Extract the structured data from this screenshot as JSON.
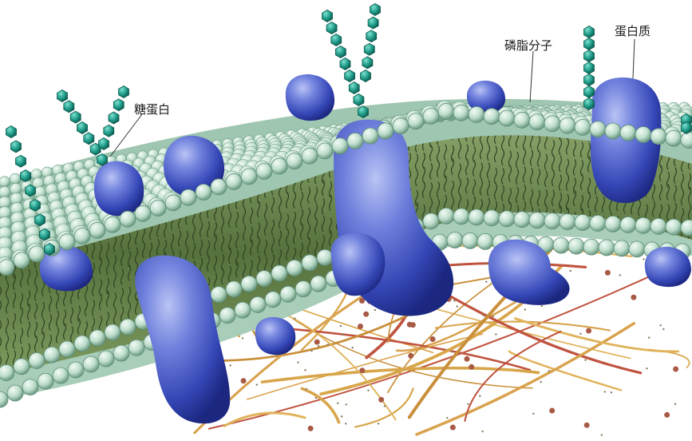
{
  "labels": {
    "glycoprotein": "糖蛋白",
    "phospholipid": "磷脂分子",
    "protein": "蛋白质"
  },
  "colors": {
    "background": "#ffffff",
    "phospholipid_head": "#c9e3d4",
    "phospholipid_head_shade": "#7fae96",
    "tail_layer": "#5e7a45",
    "tail_dark": "#2f4322",
    "protein": "#3f55c2",
    "protein_highlight": "#a7b4ef",
    "sugar_chain": "#1f9c89",
    "fiber": "#d8a64a",
    "fiber_red": "#c0533f",
    "dot": "#a85a45"
  }
}
